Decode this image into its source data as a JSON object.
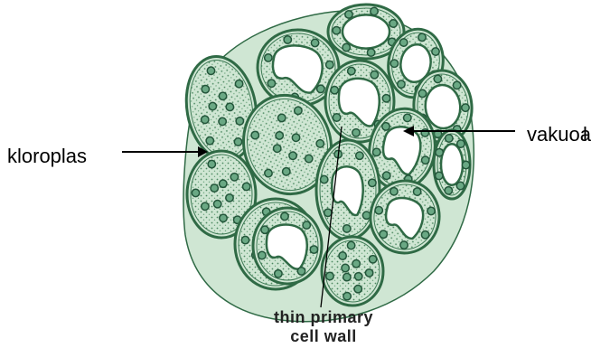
{
  "labels": {
    "chloroplast": "kloroplas",
    "vacuole": "vakuo",
    "vacuole_overprint_a": "a",
    "vacuole_overprint_l": "l",
    "cell_wall_line1": "thin primary",
    "cell_wall_line2": "cell wall"
  },
  "colors": {
    "cell_wall": "#2f6a45",
    "cell_fill": "#cfe6d3",
    "cytoplasm": "#8fc49e",
    "chloroplast_ring": "#23553a",
    "chloroplast_fill": "#6aa884",
    "vacuole": "#ffffff",
    "pointer": "#000000"
  }
}
